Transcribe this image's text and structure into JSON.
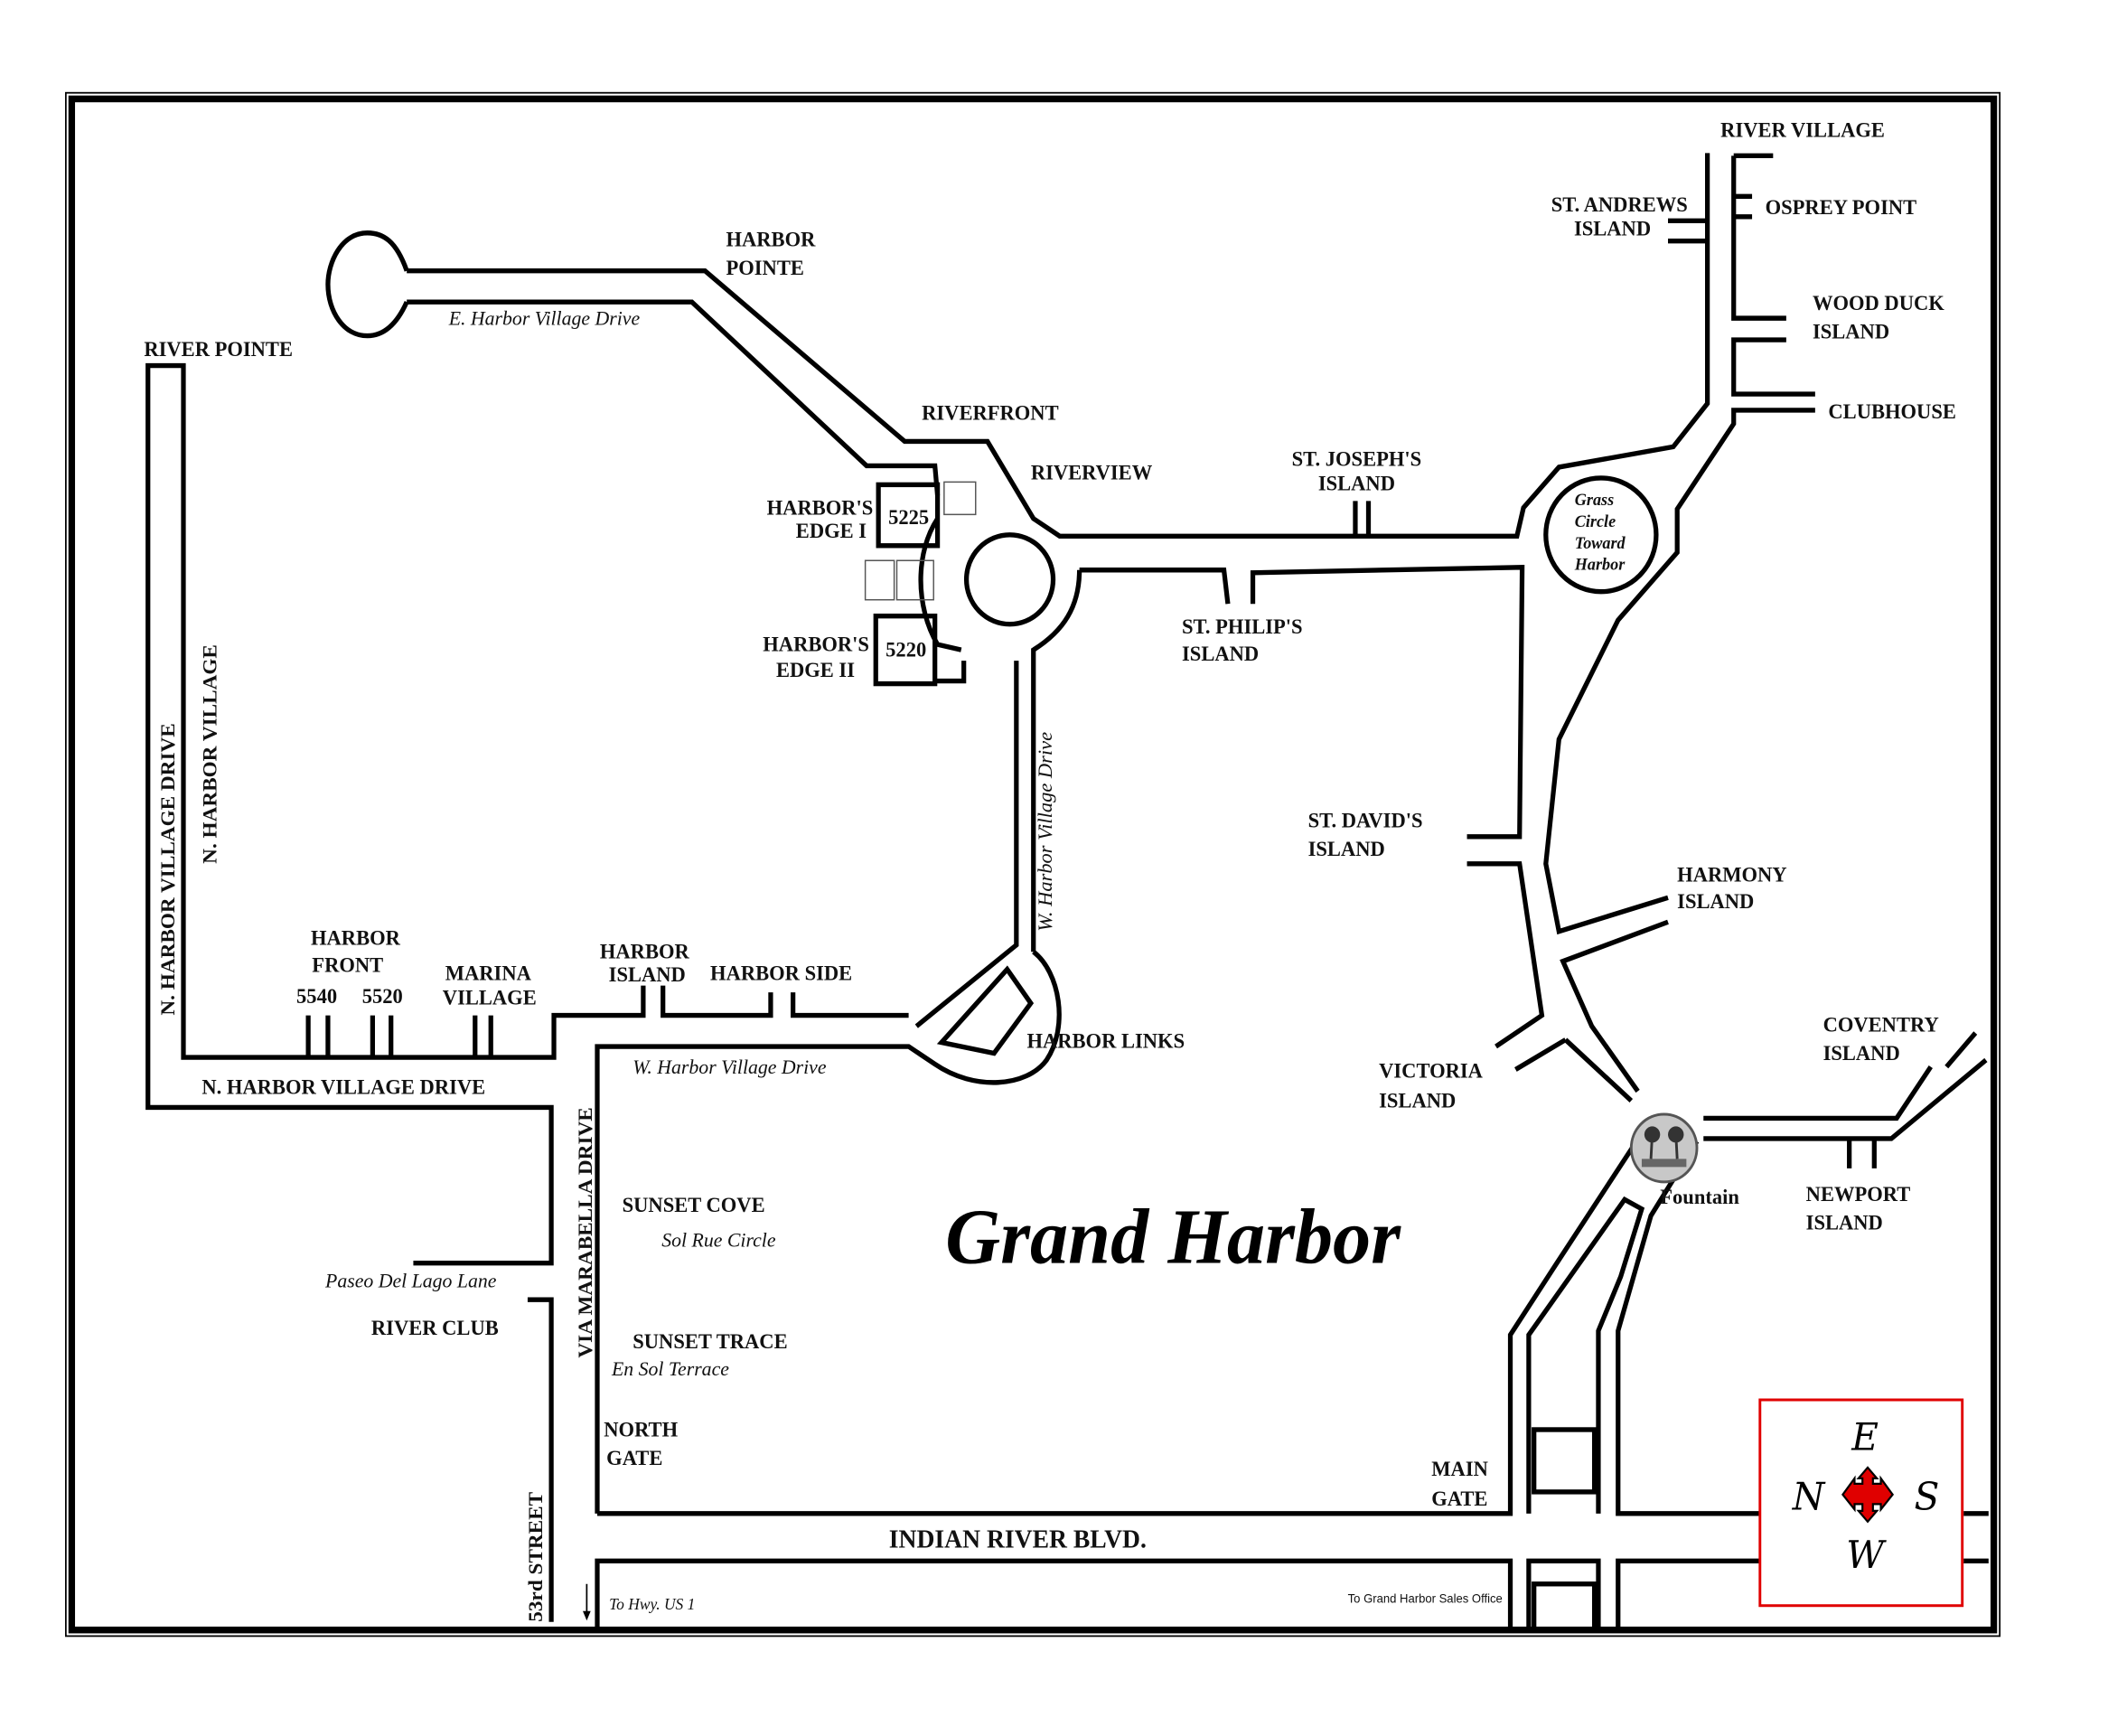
{
  "title": "Grand Harbor",
  "labels": {
    "river_pointe": "RIVER POINTE",
    "harbor_pointe_1": "HARBOR",
    "harbor_pointe_2": "POINTE",
    "e_harbor_village_drive": "E. Harbor Village Drive",
    "riverfront": "RIVERFRONT",
    "riverview": "RIVERVIEW",
    "st_josephs_1": "ST. JOSEPH'S",
    "st_josephs_2": "ISLAND",
    "harbors_edge_i_1": "HARBOR'S",
    "harbors_edge_i_2": "EDGE I",
    "harbors_edge_ii_1": "HARBOR'S",
    "harbors_edge_ii_2": "EDGE II",
    "bldg_5225": "5225",
    "bldg_5220": "5220",
    "st_philips_1": "ST. PHILIP'S",
    "st_philips_2": "ISLAND",
    "river_village": "RIVER VILLAGE",
    "st_andrews_1": "ST. ANDREWS",
    "st_andrews_2": "ISLAND",
    "osprey_point": "OSPREY POINT",
    "wood_duck_1": "WOOD DUCK",
    "wood_duck_2": "ISLAND",
    "clubhouse": "CLUBHOUSE",
    "grass_circle": [
      "Grass",
      "Circle",
      "Toward",
      "Harbor"
    ],
    "st_davids_1": "ST. DAVID'S",
    "st_davids_2": "ISLAND",
    "harmony_1": "HARMONY",
    "harmony_2": "ISLAND",
    "victoria_1": "VICTORIA",
    "victoria_2": "ISLAND",
    "coventry_1": "COVENTRY",
    "coventry_2": "ISLAND",
    "fountain": "Fountain",
    "newport_1": "NEWPORT",
    "newport_2": "ISLAND",
    "main_gate_1": "MAIN",
    "main_gate_2": "GATE",
    "indian_river_blvd": "INDIAN RIVER BLVD.",
    "to_hwy": "To Hwy. US 1",
    "to_sales_office": "To Grand Harbor Sales Office",
    "north_gate_1": "NORTH",
    "north_gate_2": "GATE",
    "sunset_trace": "SUNSET TRACE",
    "en_sol_terrace": "En Sol Terrace",
    "sunset_cove": "SUNSET COVE",
    "sol_rue_circle": "Sol Rue Circle",
    "river_club": "RIVER CLUB",
    "paseo_del_lago": "Paseo Del Lago Lane",
    "street_53rd": "53rd STREET",
    "via_marabella": "VIA MARABELLA DRIVE",
    "n_harbor_village_drive_h": "N. HARBOR VILLAGE DRIVE",
    "n_harbor_village_drive_v": "N. HARBOR VILLAGE DRIVE",
    "n_harbor_village_v": "N. HARBOR VILLAGE",
    "harbor_front_1": "HARBOR",
    "harbor_front_2": "FRONT",
    "num_5540": "5540",
    "num_5520": "5520",
    "marina_village_1": "MARINA",
    "marina_village_2": "VILLAGE",
    "harbor_island_1": "HARBOR",
    "harbor_island_2": "ISLAND",
    "harbor_side": "HARBOR SIDE",
    "w_harbor_village_drive_h": "W. Harbor Village Drive",
    "w_harbor_village_drive_v": "W. Harbor Village Drive",
    "harbor_links": "HARBOR LINKS"
  },
  "compass": {
    "east": "E",
    "north": "N",
    "south": "S",
    "west": "W",
    "color": "#e00000"
  }
}
